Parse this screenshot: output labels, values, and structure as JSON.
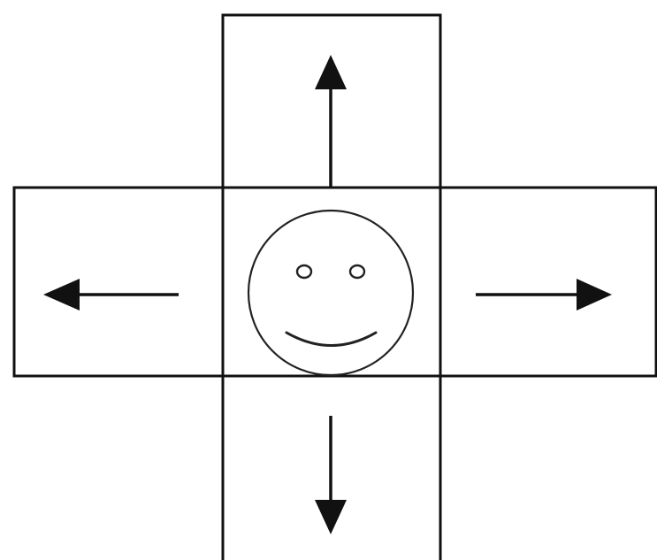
{
  "diagram": {
    "cells": [
      "top",
      "left",
      "center",
      "right",
      "bottom"
    ],
    "center_content": "smiley-face",
    "arrows": [
      {
        "direction": "up",
        "cell": "top"
      },
      {
        "direction": "left",
        "cell": "left"
      },
      {
        "direction": "right",
        "cell": "right"
      },
      {
        "direction": "down",
        "cell": "bottom"
      }
    ],
    "colors": {
      "line": "#111111",
      "background": "#ffffff"
    }
  }
}
